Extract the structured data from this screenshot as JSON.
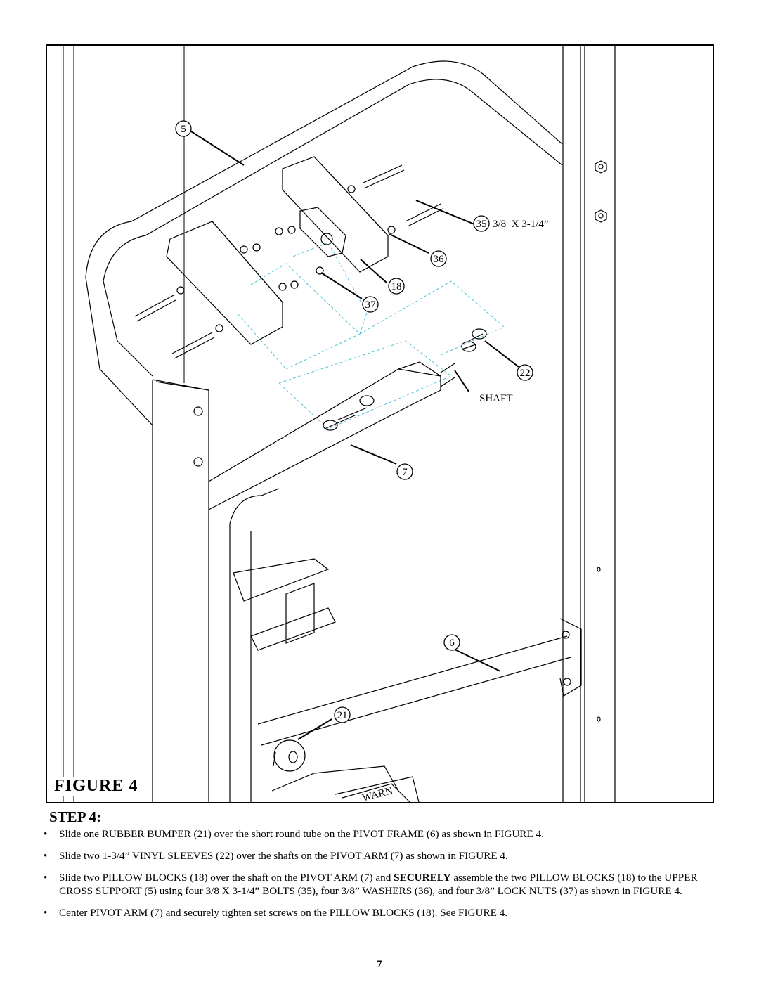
{
  "figure": {
    "title": "FIGURE 4",
    "callouts": [
      {
        "id": "c5",
        "label": "5"
      },
      {
        "id": "c35",
        "label": "35"
      },
      {
        "id": "c36",
        "label": "36"
      },
      {
        "id": "c18",
        "label": "18"
      },
      {
        "id": "c37",
        "label": "37"
      },
      {
        "id": "c22",
        "label": "22"
      },
      {
        "id": "c7",
        "label": "7"
      },
      {
        "id": "c6",
        "label": "6"
      },
      {
        "id": "c21",
        "label": "21"
      }
    ],
    "bolt_size_label": "3/8  X 3-1/4”",
    "shaft_label": "SHAFT",
    "warning_decal_text": "WARN"
  },
  "step": {
    "heading": "STEP 4:",
    "bullets": [
      {
        "text": "Slide one RUBBER BUMPER (21) over the short round tube on the PIVOT FRAME (6) as shown in FIGURE 4."
      },
      {
        "text": "Slide two 1-3/4”  VINYL SLEEVES (22) over the shafts on the PIVOT ARM (7) as shown in FIGURE 4."
      },
      {
        "text_before": "Slide two PILLOW BLOCKS (18) over the shaft on the PIVOT ARM (7) and ",
        "emphasis": "SECURELY",
        "text_after": " assemble the two PILLOW BLOCKS (18) to the UPPER CROSS SUPPORT (5) using four 3/8 X 3-1/4” BOLTS (35), four 3/8” WASHERS (36), and four 3/8” LOCK NUTS (37) as shown in FIGURE 4."
      },
      {
        "text": "Center PIVOT ARM (7) and securely tighten set screws on the PILLOW BLOCKS (18). See FIGURE 4."
      }
    ]
  },
  "page_number": "7"
}
